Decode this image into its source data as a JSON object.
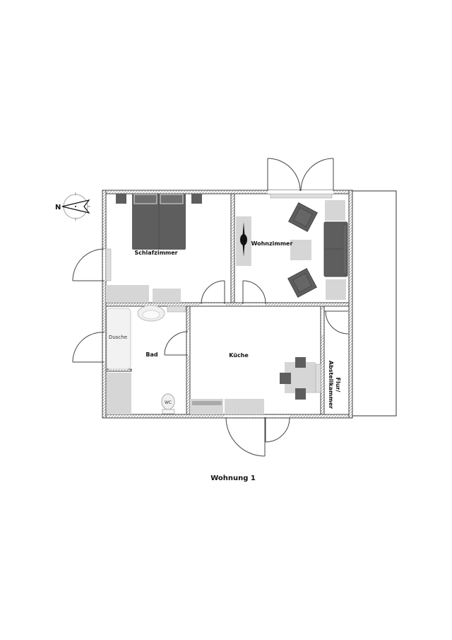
{
  "plan": {
    "title": "Wohnung 1",
    "compass_label": "N",
    "colors": {
      "wall": "#444444",
      "furniture_dark": "#5e5e5e",
      "furniture_light": "#d6d6d6",
      "floor": "#ffffff"
    }
  },
  "rooms": [
    {
      "id": "schlafzimmer",
      "label": "Schlafzimmer"
    },
    {
      "id": "wohnzimmer",
      "label": "Wohnzimmer"
    },
    {
      "id": "bad",
      "label": "Bad"
    },
    {
      "id": "kueche",
      "label": "Küche"
    },
    {
      "id": "flur",
      "label_line1": "Flur/",
      "label_line2": "Abstellkammer"
    }
  ],
  "fixtures": {
    "dusche": "Dusche",
    "wc": "WC"
  }
}
